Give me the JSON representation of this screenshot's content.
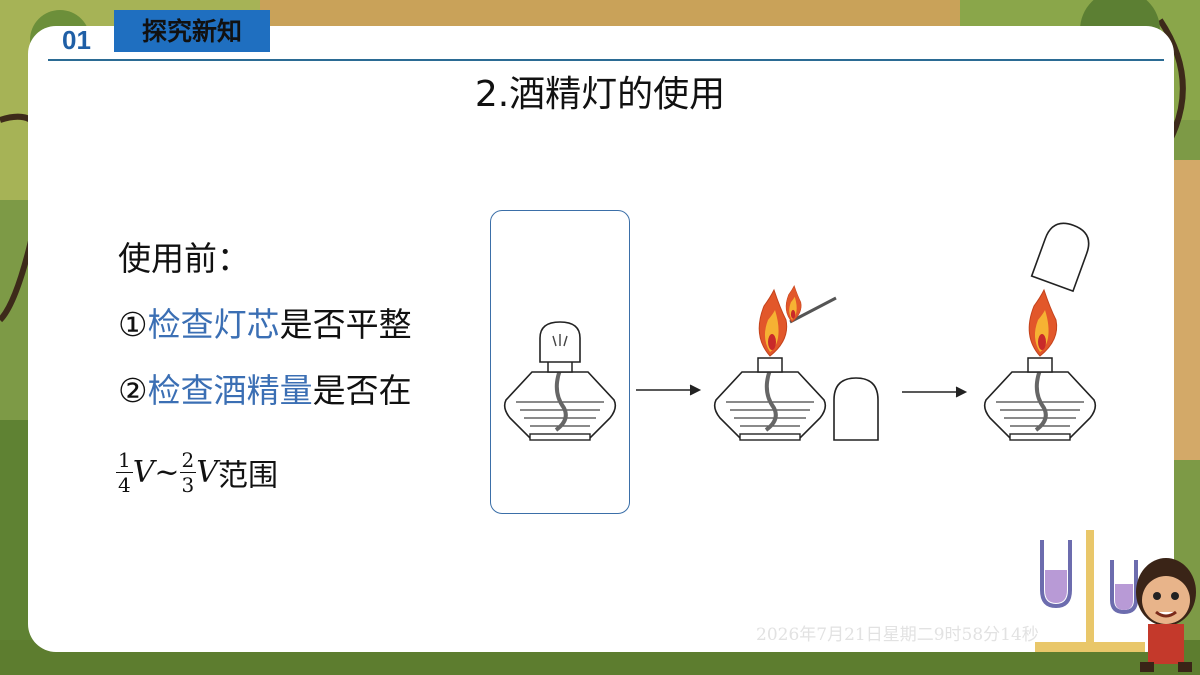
{
  "section": {
    "number": "01",
    "label": "探究新知"
  },
  "page_title": "2.酒精灯的使用",
  "content": {
    "heading": "使用前：",
    "item1": {
      "marker": "①",
      "highlight": "检查灯芯",
      "rest": "是否平整"
    },
    "item2": {
      "marker": "②",
      "highlight": "检查酒精量",
      "rest": "是否在"
    },
    "range": {
      "frac1_num": "1",
      "frac1_den": "4",
      "var1": "V",
      "tilde": "~",
      "frac2_num": "2",
      "frac2_den": "3",
      "var2": "V",
      "suffix": "范围"
    }
  },
  "watermark": "2026年7月21日星期二9时58分14秒",
  "colors": {
    "accent_blue": "#1f6fc0",
    "highlight_text": "#3b6fb4",
    "rule": "#2b6b94",
    "flame_outer": "#e2572a",
    "flame_inner": "#f6b233"
  }
}
